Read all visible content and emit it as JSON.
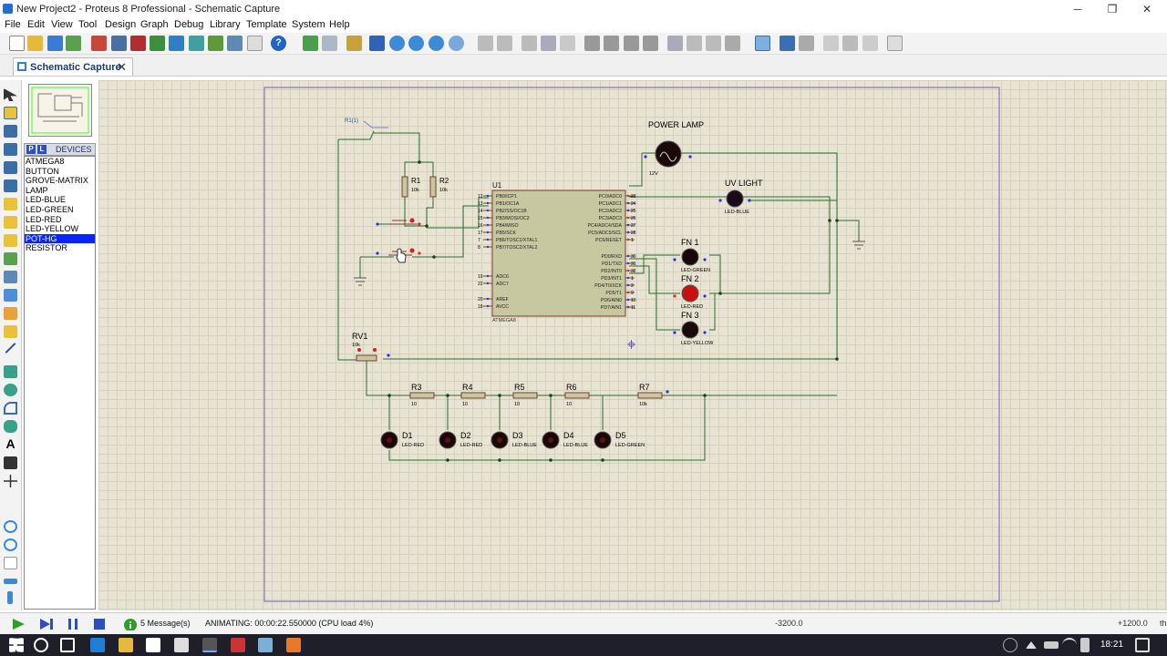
{
  "window": {
    "title": "New Project2 - Proteus 8 Professional - Schematic Capture",
    "minimize": "─",
    "restore": "❐",
    "close": "✕"
  },
  "menu": [
    "File",
    "Edit",
    "View",
    "Tool",
    "Design",
    "Graph",
    "Debug",
    "Library",
    "Template",
    "System",
    "Help"
  ],
  "tab": {
    "label": "Schematic Capture",
    "close": "✕"
  },
  "devices": {
    "header": "DEVICES",
    "p": "P",
    "l": "L",
    "items": [
      "ATMEGA8",
      "BUTTON",
      "GROVE-MATRIX",
      "LAMP",
      "LED-BLUE",
      "LED-GREEN",
      "LED-RED",
      "LED-YELLOW",
      "POT-HG",
      "RESISTOR"
    ],
    "selected": "POT-HG"
  },
  "schematic": {
    "u1": {
      "ref": "U1",
      "part": "ATMEGA8",
      "left_pins": [
        {
          "n": "12",
          "l": "PB0/ICP1"
        },
        {
          "n": "13",
          "l": "PB1/OC1A"
        },
        {
          "n": "14",
          "l": "PB2/SS/OC1B"
        },
        {
          "n": "15",
          "l": "PB3/MOSI/OC2"
        },
        {
          "n": "16",
          "l": "PB4/MISO"
        },
        {
          "n": "17",
          "l": "PB5/SCK"
        },
        {
          "n": "7",
          "l": "PB6/TOSC1/XTAL1"
        },
        {
          "n": "8",
          "l": "PB7/TOSC2/XTAL2"
        },
        {
          "n": "19",
          "l": "ADC6"
        },
        {
          "n": "22",
          "l": "ADC7"
        },
        {
          "n": "20",
          "l": "AREF"
        },
        {
          "n": "18",
          "l": "AVCC"
        }
      ],
      "right_pins": [
        {
          "n": "23",
          "l": "PC0/ADC0"
        },
        {
          "n": "24",
          "l": "PC1/ADC1"
        },
        {
          "n": "25",
          "l": "PC2/ADC2"
        },
        {
          "n": "26",
          "l": "PC3/ADC3"
        },
        {
          "n": "27",
          "l": "PC4/ADC4/SDA"
        },
        {
          "n": "28",
          "l": "PC5/ADC5/SCL"
        },
        {
          "n": "1",
          "l": "PC6/RESET"
        },
        {
          "n": "30",
          "l": "PD0/RXD"
        },
        {
          "n": "31",
          "l": "PD1/TXD"
        },
        {
          "n": "32",
          "l": "PD2/INT0"
        },
        {
          "n": "1",
          "l": "PD3/INT1"
        },
        {
          "n": "2",
          "l": "PD4/T0/XCK"
        },
        {
          "n": "9",
          "l": "PD5/T1"
        },
        {
          "n": "10",
          "l": "PD6/AIN0"
        },
        {
          "n": "11",
          "l": "PD7/AIN1"
        }
      ]
    },
    "r1": {
      "ref": "R1",
      "val": "10k"
    },
    "r2": {
      "ref": "R2",
      "val": "10k"
    },
    "rtop": "R1(1)",
    "power_lamp": {
      "ref": "POWER LAMP",
      "val": "12V"
    },
    "uv": {
      "ref": "UV LIGHT",
      "part": "LED-BLUE"
    },
    "fn1": {
      "ref": "FN 1",
      "part": "LED-GREEN"
    },
    "fn2": {
      "ref": "FN 2",
      "part": "LED-RED"
    },
    "fn3": {
      "ref": "FN 3",
      "part": "LED-YELLOW"
    },
    "rv1": {
      "ref": "RV1",
      "val": "10k"
    },
    "resistors": [
      {
        "ref": "R3",
        "val": "10"
      },
      {
        "ref": "R4",
        "val": "10"
      },
      {
        "ref": "R5",
        "val": "10"
      },
      {
        "ref": "R6",
        "val": "10"
      },
      {
        "ref": "R7",
        "val": "10k"
      }
    ],
    "leds": [
      {
        "ref": "D1",
        "part": "LED-RED"
      },
      {
        "ref": "D2",
        "part": "LED-RED"
      },
      {
        "ref": "D3",
        "part": "LED-BLUE"
      },
      {
        "ref": "D4",
        "part": "LED-BLUE"
      },
      {
        "ref": "D5",
        "part": "LED-GREEN"
      }
    ]
  },
  "status": {
    "messages": "5 Message(s)",
    "animating": "ANIMATING: 00:00:22.550000 (CPU load 4%)",
    "x": "-3200.0",
    "y": "+1200.0",
    "th": "th"
  },
  "taskbar": {
    "time": "18:21"
  }
}
